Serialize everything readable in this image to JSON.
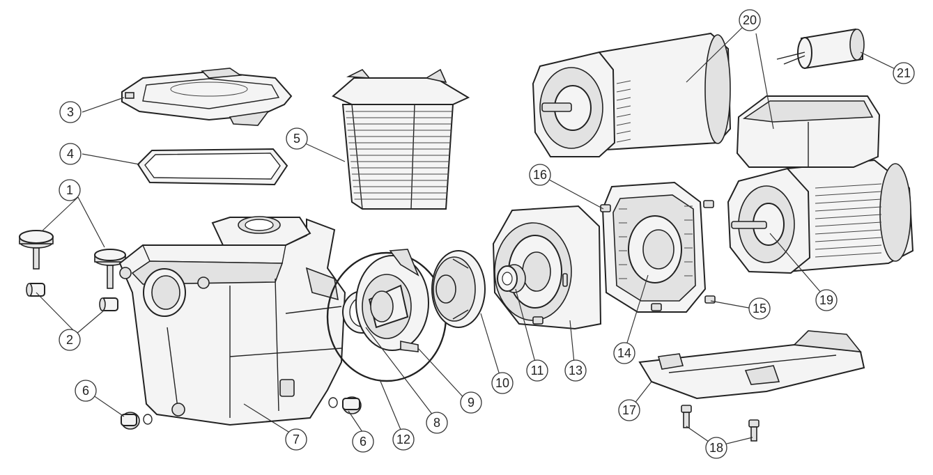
{
  "callouts": {
    "c1": "1",
    "c2": "2",
    "c3": "3",
    "c4": "4",
    "c5": "5",
    "c6a": "6",
    "c6b": "6",
    "c7": "7",
    "c8": "8",
    "c9": "9",
    "c10": "10",
    "c11": "11",
    "c12": "12",
    "c13": "13",
    "c14": "14",
    "c15": "15",
    "c16": "16",
    "c17": "17",
    "c18": "18",
    "c19": "19",
    "c20a": "20",
    "c20b": "20",
    "c21": "21"
  }
}
